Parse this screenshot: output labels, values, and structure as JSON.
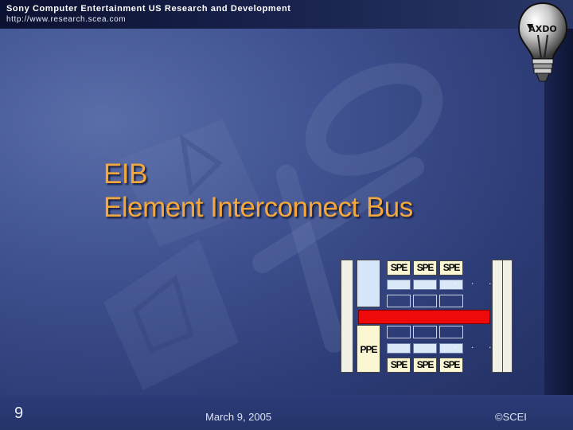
{
  "header": {
    "company": "Sony Computer Entertainment US Research and Development",
    "url": "http://www.research.scea.com",
    "logo_text": "AXDO"
  },
  "title": {
    "line1": "EIB",
    "line2": "Element Interconnect Bus"
  },
  "diagram": {
    "spe_label": "SPE",
    "ppe_label": "PPE",
    "ellipsis": ". . .",
    "bus_color": "#EE0A0A"
  },
  "footer": {
    "page_number": "9",
    "date": "March 9, 2005",
    "copyright": "©SCEI"
  },
  "colors": {
    "title": "#F4A83C",
    "background": "#3F5190",
    "header_bar": "#0B1130"
  }
}
